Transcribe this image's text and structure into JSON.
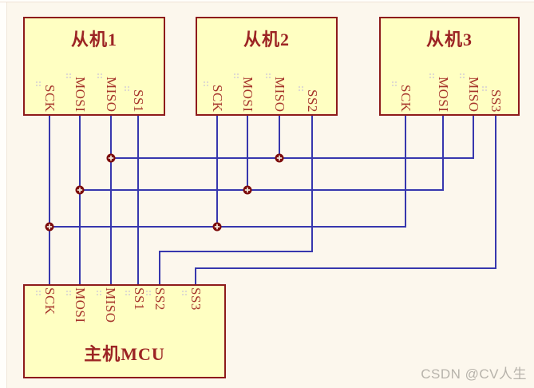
{
  "diagram": {
    "type": "schematic",
    "subject": "SPI master with three slaves",
    "colors": {
      "background": "#FCF7ED",
      "block_fill": "#FFFFC2",
      "block_border": "#8E1B1B",
      "label_text": "#A6352C",
      "title_text": "#9C2424",
      "wire": "#3737AE",
      "junction": "#7C0B0B"
    },
    "blocks": [
      {
        "id": "slave1",
        "title": "从机1",
        "pins": [
          "SCK",
          "MOSI",
          "MISO",
          "SS1"
        ]
      },
      {
        "id": "slave2",
        "title": "从机2",
        "pins": [
          "SCK",
          "MOSI",
          "MISO",
          "SS2"
        ]
      },
      {
        "id": "slave3",
        "title": "从机3",
        "pins": [
          "SCK",
          "MOSI",
          "MISO",
          "SS3"
        ]
      },
      {
        "id": "master",
        "title": "主机MCU",
        "pins": [
          "SCK",
          "MOSI",
          "MISO",
          "SS1",
          "SS2",
          "SS3"
        ]
      }
    ],
    "watermark": "CSDN @CV人生"
  }
}
